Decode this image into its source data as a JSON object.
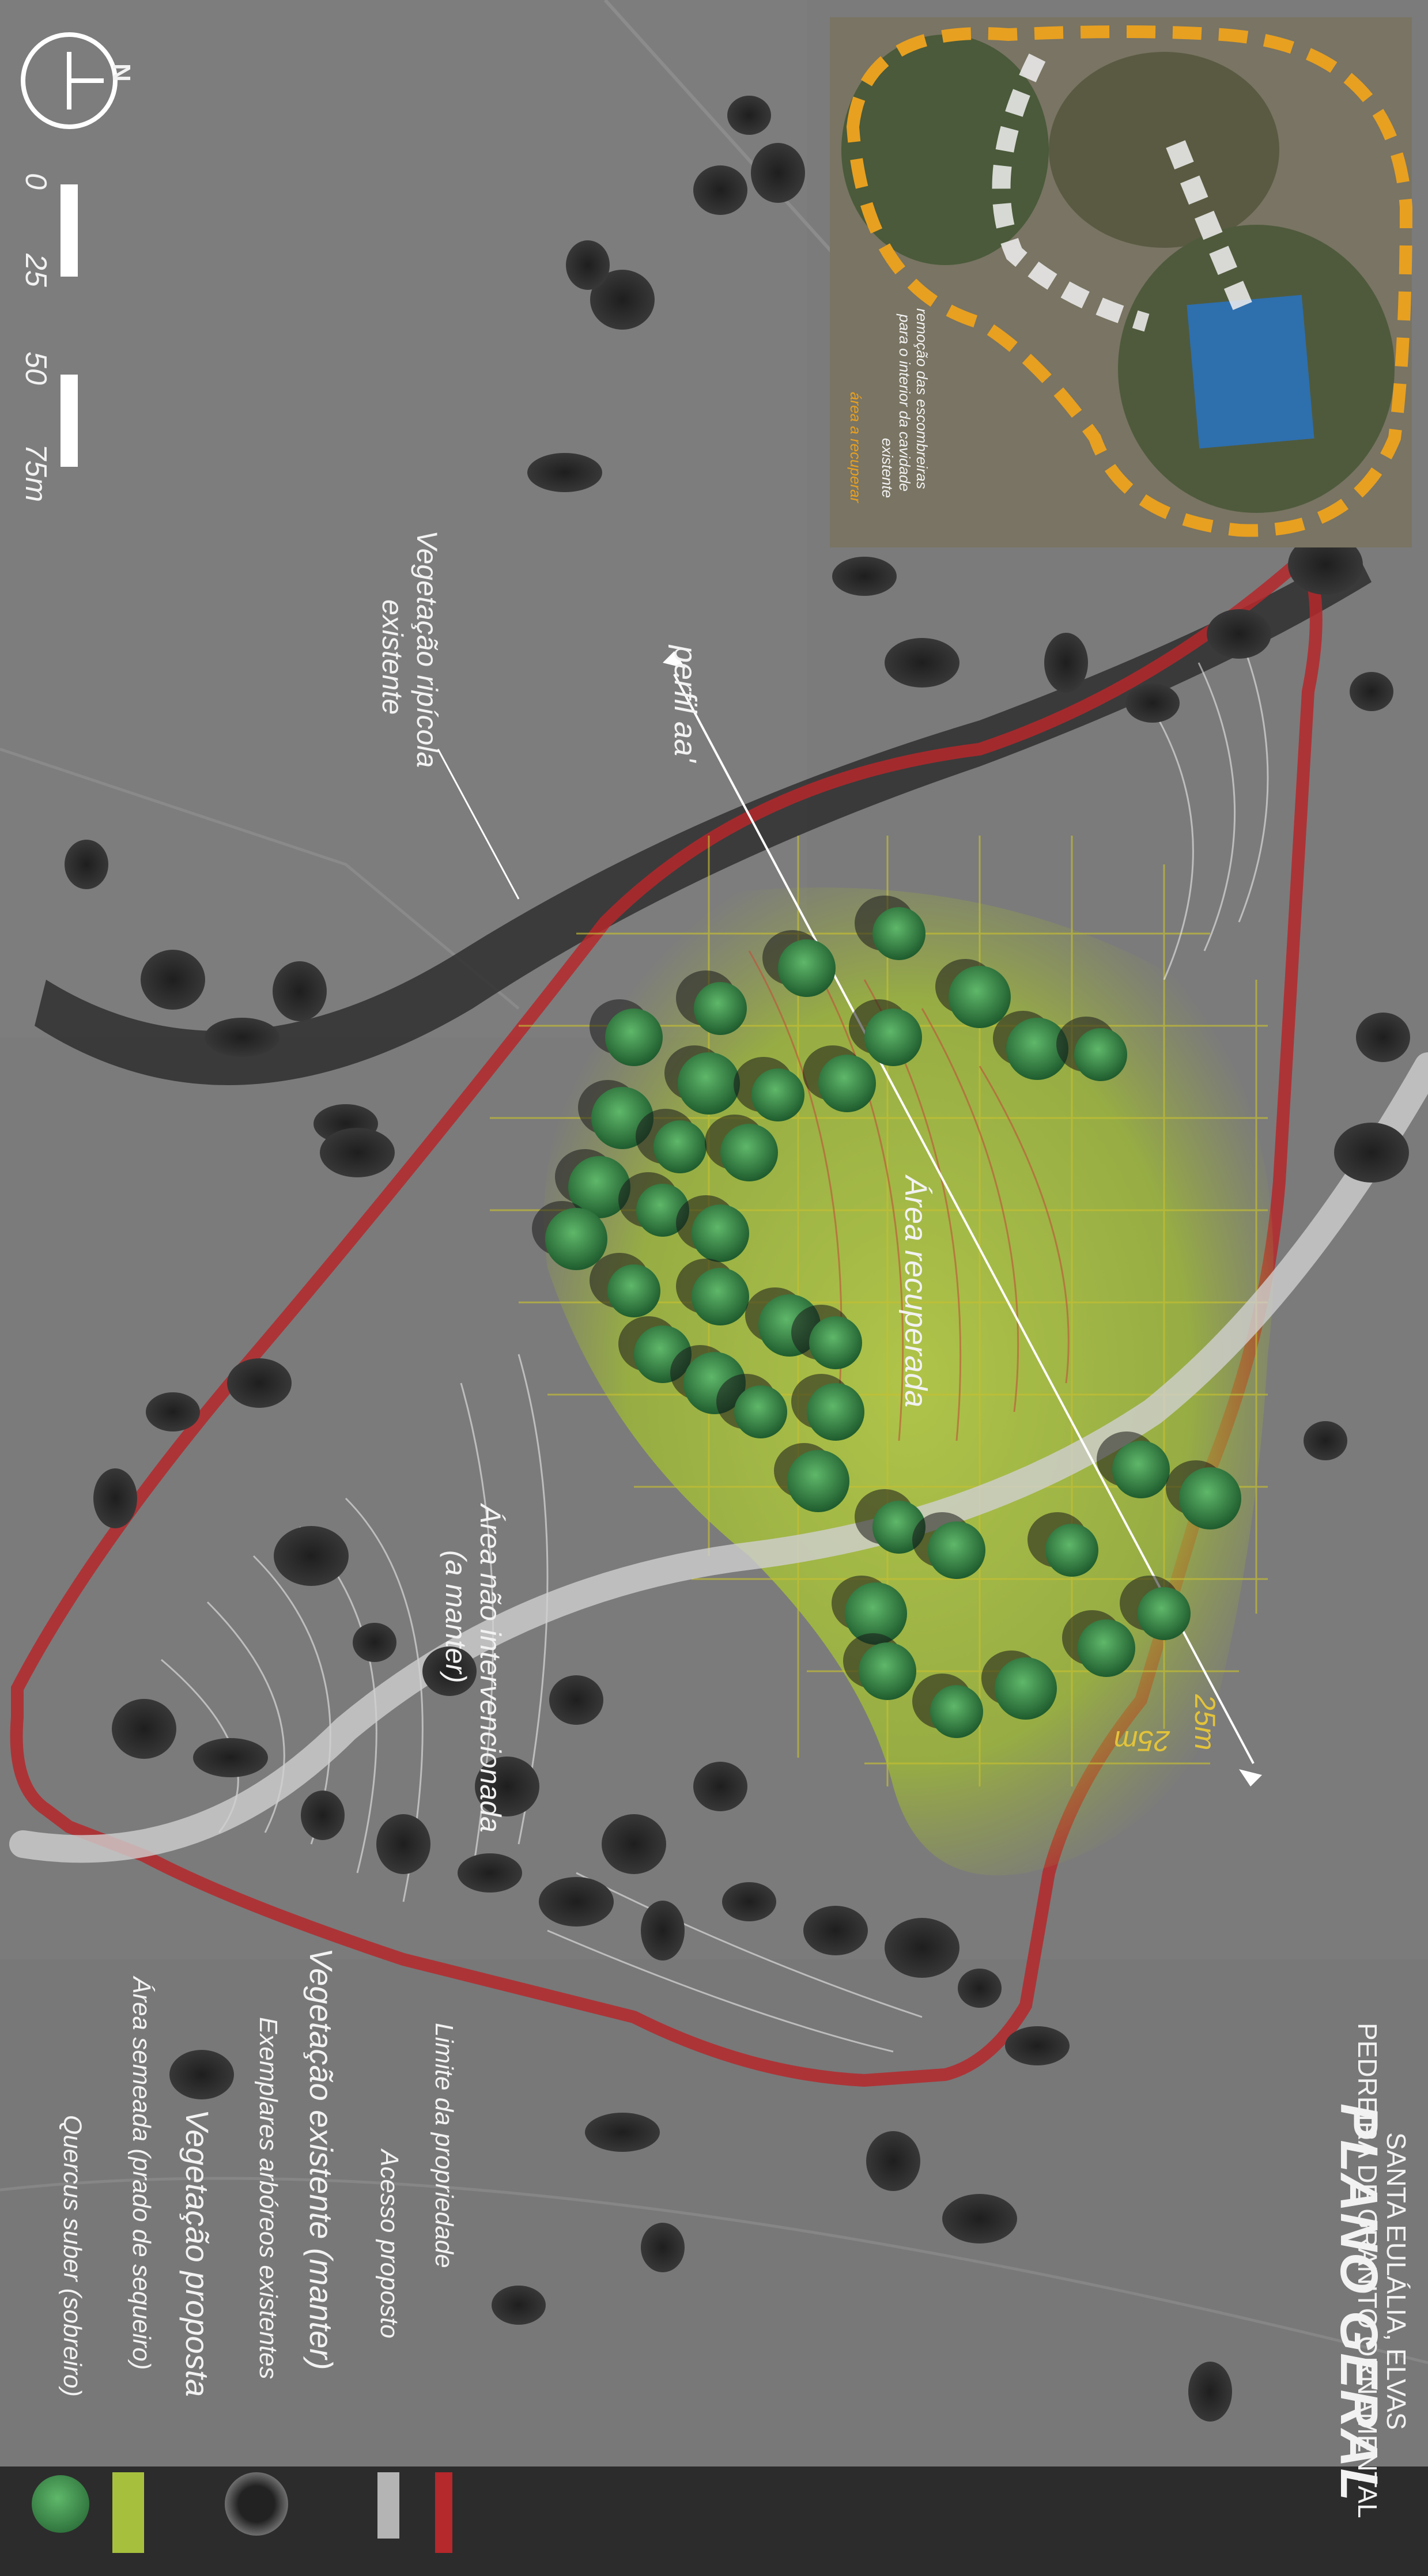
{
  "title": {
    "main": "PLANO GERAL",
    "line1": "PEDREIRA DE GRANITO ORNAMENTAL",
    "line2": "SANTA EULÁLIA, ELVAS"
  },
  "legend": {
    "property_limit": "Limite da propriedade",
    "access": "Acesso proposto",
    "existing_heading": "Vegetação existente (manter)",
    "existing_trees": "Exemplares arbóreos existentes",
    "proposed_heading": "Vegetação proposta",
    "seeded_area": "Área semeada (prado de sequeiro)",
    "quercus": "Quercus suber (sobreiro)"
  },
  "map_labels": {
    "riparian_line1": "Vegetação ripícola",
    "riparian_line2": "existente",
    "profile": "perfil aa'",
    "recovered": "Área recuperada",
    "untouched_line1": "Área não intervencionada",
    "untouched_line2": "(a manter)",
    "grid_dim_1": "25m",
    "grid_dim_2": "25m"
  },
  "scale_bar": {
    "ticks": [
      "0",
      "25",
      "50",
      "75m"
    ]
  },
  "north_arrow": {
    "label": "N",
    "icon": "north-arrow-icon"
  },
  "inset": {
    "text_lines": [
      "remoção das escombreiras",
      "para o interior da cavidade",
      "existente"
    ],
    "area_label": "área a recuperar"
  },
  "colors": {
    "property_limit": "#b5282c",
    "access": "#cfcfcf",
    "recovered_area": "#a6c03e",
    "grid": "#c8c030",
    "inset_boundary": "#e8a020",
    "inset_label": "#e8a020",
    "quercus": "#3e8a4a",
    "existing_tree": "#222222"
  }
}
